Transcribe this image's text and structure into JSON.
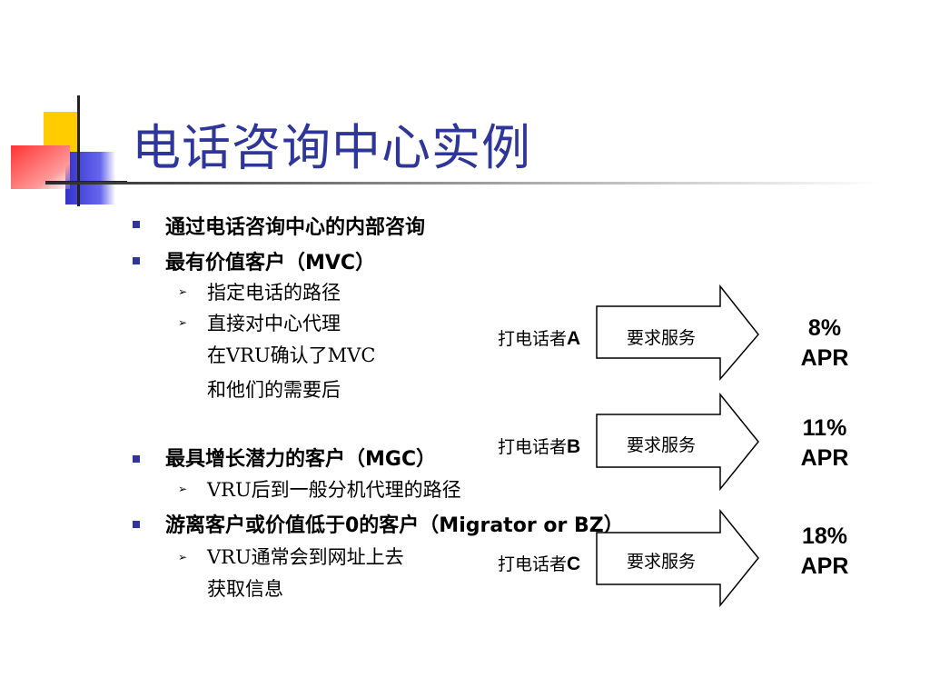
{
  "slide": {
    "title": "电话咨询中心实例",
    "bullets": [
      {
        "text": "通过电话咨询中心的内部咨询"
      },
      {
        "text": "最有价值客户（MVC）"
      },
      {
        "text": "最具增长潜力的客户（MGC）"
      },
      {
        "text": "游离客户或价值低于0的客户（Migrator or BZ）"
      }
    ],
    "sub_bullets": {
      "mvc_1": "指定电话的路径",
      "mvc_2_line1": "直接对中心代理",
      "mvc_2_line2": "在VRU确认了MVC",
      "mvc_2_line3": "和他们的需要后",
      "mgc_1": "VRU后到一般分机代理的路径",
      "bz_1_line1": "VRU通常会到网址上去",
      "bz_1_line2": "获取信息"
    },
    "diagram": {
      "rows": [
        {
          "caller_prefix": "打电话者",
          "caller_letter": "A",
          "service": "要求服务",
          "apr_value": "8%",
          "apr_label": "APR"
        },
        {
          "caller_prefix": "打电话者",
          "caller_letter": "B",
          "service": "要求服务",
          "apr_value": "11%",
          "apr_label": "APR"
        },
        {
          "caller_prefix": "打电话者",
          "caller_letter": "C",
          "service": "要求服务",
          "apr_value": "18%",
          "apr_label": "APR"
        }
      ]
    },
    "colors": {
      "title": "#2f3699",
      "bullet_square": "#2f3699",
      "deco_yellow": "#ffcc00",
      "deco_blue": "#3333cc",
      "deco_red": "#ff4444"
    }
  }
}
